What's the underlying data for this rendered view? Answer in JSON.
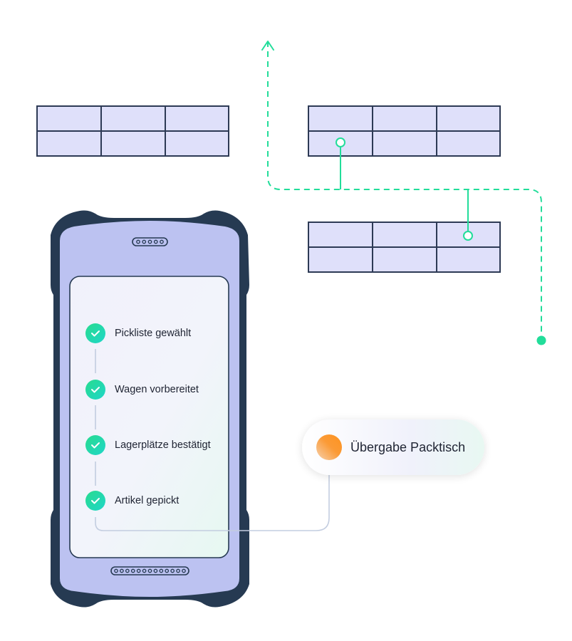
{
  "colors": {
    "accent_green": "#22dd9a",
    "device_frame": "#263a52",
    "device_body": "#bcc2f1",
    "grid_fill": "#dfe0fa",
    "grid_stroke": "#2d3a55",
    "connector_gray": "#c3cde0",
    "orange_start": "#fd9320",
    "orange_end": "#f7cda6",
    "text": "#1f2433"
  },
  "device": {
    "steps": [
      {
        "label": "Pickliste gewählt",
        "status": "done",
        "icon": "check-icon"
      },
      {
        "label": "Wagen vorbereitet",
        "status": "done",
        "icon": "check-icon"
      },
      {
        "label": "Lagerplätze bestätigt",
        "status": "done",
        "icon": "check-icon"
      },
      {
        "label": "Artikel gepickt",
        "status": "done",
        "icon": "check-icon"
      }
    ],
    "top_speaker_holes": 5,
    "bottom_speaker_holes": 13
  },
  "handover": {
    "label": "Übergabe Packtisch",
    "icon": "orange-dot-icon"
  },
  "shelves": [
    {
      "name": "shelf-left",
      "rows": 2,
      "cols": 3
    },
    {
      "name": "shelf-top-right",
      "rows": 2,
      "cols": 3,
      "marker": {
        "row": 2,
        "col": 1
      }
    },
    {
      "name": "shelf-bottom-right",
      "rows": 2,
      "cols": 3,
      "marker": {
        "row": 1,
        "col": 3
      }
    }
  ],
  "route": {
    "start_icon": "arrow-up-icon",
    "end_icon": "route-end-dot-icon"
  }
}
